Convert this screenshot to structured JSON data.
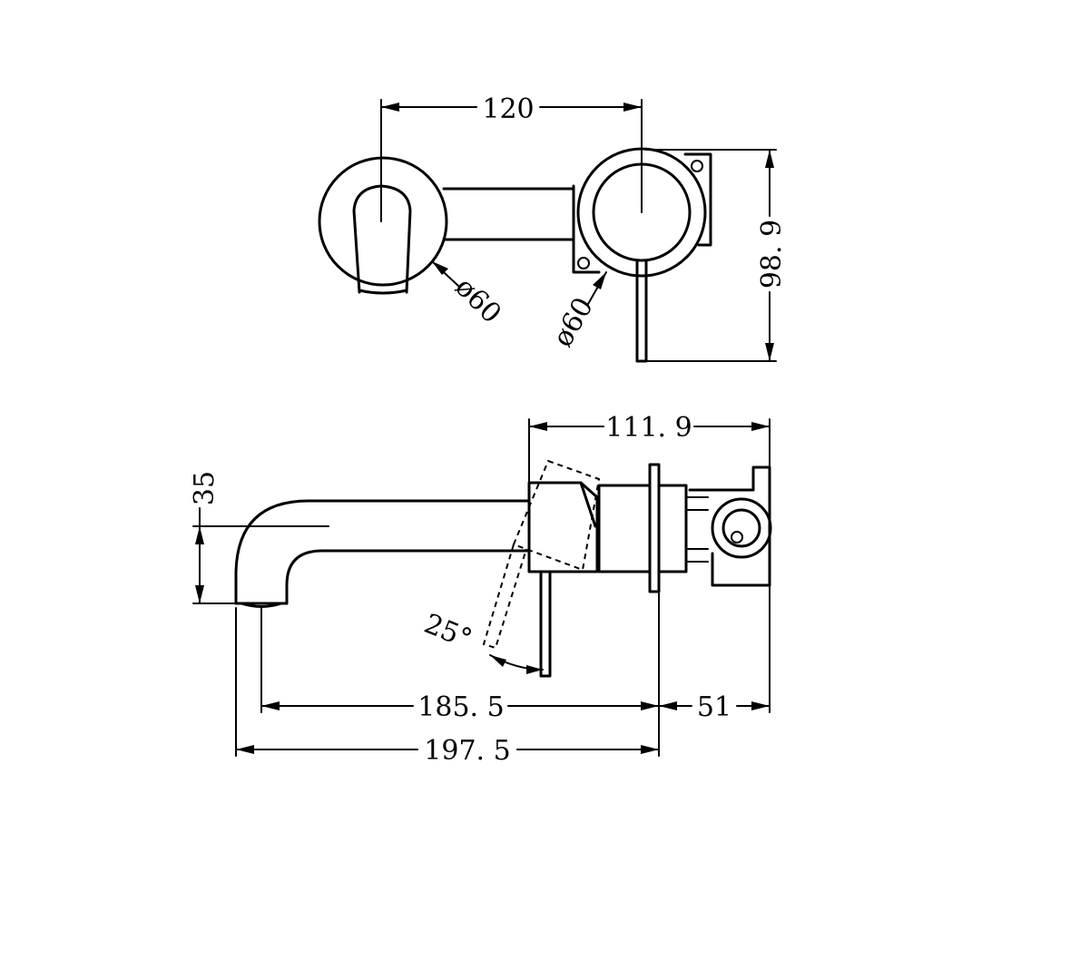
{
  "dimensions": {
    "top_width": "120",
    "top_height": "98. 9",
    "spout_plate_diameter": "ø60",
    "mixer_plate_diameter": "ø60",
    "side_depth": "111. 9",
    "spout_offset": "35",
    "lever_angle": "25°",
    "spout_reach": "185. 5",
    "body_depth": "51",
    "overall_reach": "197. 5"
  }
}
